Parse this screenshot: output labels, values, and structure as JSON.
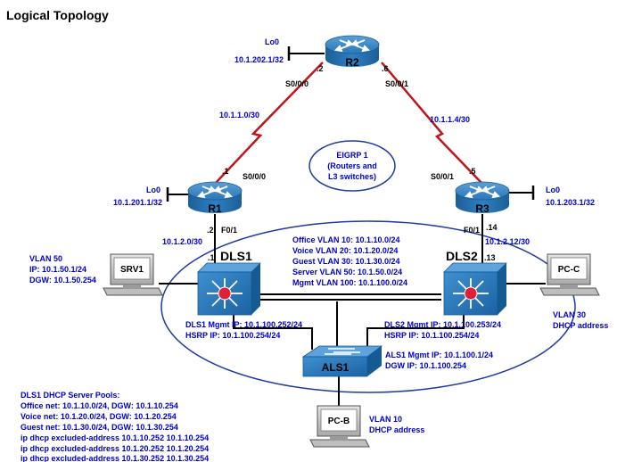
{
  "title": "Logical Topology",
  "colors": {
    "router_body": "#1f6fae",
    "switch_body": "#1a6fb0",
    "serial_link": "#c0151a",
    "ellipse": "#1f3aa0",
    "label_blue": "#0000cc"
  },
  "r2": {
    "name": "R2",
    "lo_name": "Lo0",
    "lo_ip": "10.1.202.1/32",
    "left_if": "S0/0/0",
    "left_host": ".2",
    "right_if": "S0/0/1",
    "right_host": ".6"
  },
  "r1": {
    "name": "R1",
    "lo_name": "Lo0",
    "lo_ip": "10.1.201.1/32",
    "serial_if": "S0/0/0",
    "serial_host": ".1",
    "eth_if": "F0/1",
    "eth_host": ".2"
  },
  "r3": {
    "name": "R3",
    "lo_name": "Lo0",
    "lo_ip": "10.1.203.1/32",
    "serial_if": "S0/0/1",
    "serial_host": ".5",
    "eth_if": "F0/1",
    "eth_host": ".14"
  },
  "links": {
    "r1_r2": "10.1.1.0/30",
    "r2_r3": "10.1.1.4/30",
    "r1_dls1": "10.1.2.0/30",
    "r3_dls2": "10.1.2.12/30"
  },
  "eigrp": {
    "line1": "EIGRP 1",
    "line2": "(Routers and",
    "line3": "L3 switches)"
  },
  "vlans": [
    "Office VLAN 10: 10.1.10.0/24",
    "Voice VLAN 20: 10.1.20.0/24",
    "Guest VLAN 30: 10.1.30.0/24",
    "Server VLAN 50: 10.1.50.0/24",
    "Mgmt VLAN 100: 10.1.100.0/24"
  ],
  "dls1": {
    "name": "DLS1",
    "host": ".1",
    "mgmt": "DLS1 Mgmt IP: 10.1.100.252/24",
    "hsrp": "HSRP IP: 10.1.100.254/24"
  },
  "dls2": {
    "name": "DLS2",
    "host": ".13",
    "mgmt": "DLS2 Mgmt IP: 10.1.100.253/24",
    "hsrp": "HSRP IP: 10.1.100.254/24"
  },
  "als1": {
    "name": "ALS1",
    "mgmt": "ALS1 Mgmt IP: 10.1.100.1/24",
    "dgw": "DGW IP: 10.1.100.254"
  },
  "srv1": {
    "name": "SRV1",
    "vlan": "VLAN 50",
    "ip": "IP: 10.1.50.1/24",
    "dgw": "DGW: 10.1.50.254"
  },
  "pcc": {
    "name": "PC-C",
    "vlan": "VLAN 30",
    "dhcp": "DHCP address"
  },
  "pcb": {
    "name": "PC-B",
    "vlan": "VLAN 10",
    "dhcp": "DHCP address"
  },
  "dhcp_pools": {
    "heading": "DLS1 DHCP Server Pools:",
    "lines": [
      "Office net: 10.1.10.0/24, DGW: 10.1.10.254",
      "Voice net: 10.1.20.0/24, DGW: 10.1.20.254",
      "Guest net: 10.1.30.0/24, DGW: 10.1.30.254",
      "ip dhcp excluded-address 10.1.10.252 10.1.10.254",
      "ip dhcp excluded-address 10.1.20.252 10.1.20.254",
      "ip dhcp excluded-address 10.1.30.252 10.1.30.254"
    ]
  }
}
